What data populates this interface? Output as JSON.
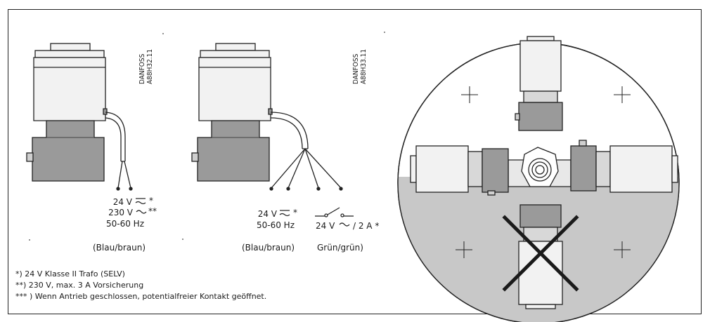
{
  "left_actuator": {
    "code_line1": "DANFOSS",
    "code_line2": "A88H32.11",
    "voltage_24": "24 V",
    "voltage_230": "230 V",
    "mark_24": "*",
    "mark_230": "**",
    "frequency": "50-60 Hz",
    "wire_colors": "(Blau/braun)"
  },
  "right_actuator": {
    "code_line1": "DANFOSS",
    "code_line2": "A88H33.11",
    "voltage_24": "24 V",
    "mark_24": "*",
    "frequency": "50-60 Hz",
    "wire_colors": "(Blau/braun)",
    "contact_rating": "24 V",
    "contact_rating_suffix": "/ 2 A *",
    "contact_colors": "Grün/grün)"
  },
  "footnotes": [
    "*) 24 V Klasse II Trafo (SELV)",
    "**) 230 V, max. 3 A Vorsicherung",
    "*** ) Wenn Antrieb geschlossen, potentialfreier Kontakt geöffnet."
  ],
  "colors": {
    "actuator_body": "#f2f2f2",
    "actuator_base": "#9a9a9a",
    "lower_half_fill": "#c8c8c8",
    "outline": "#222222"
  }
}
